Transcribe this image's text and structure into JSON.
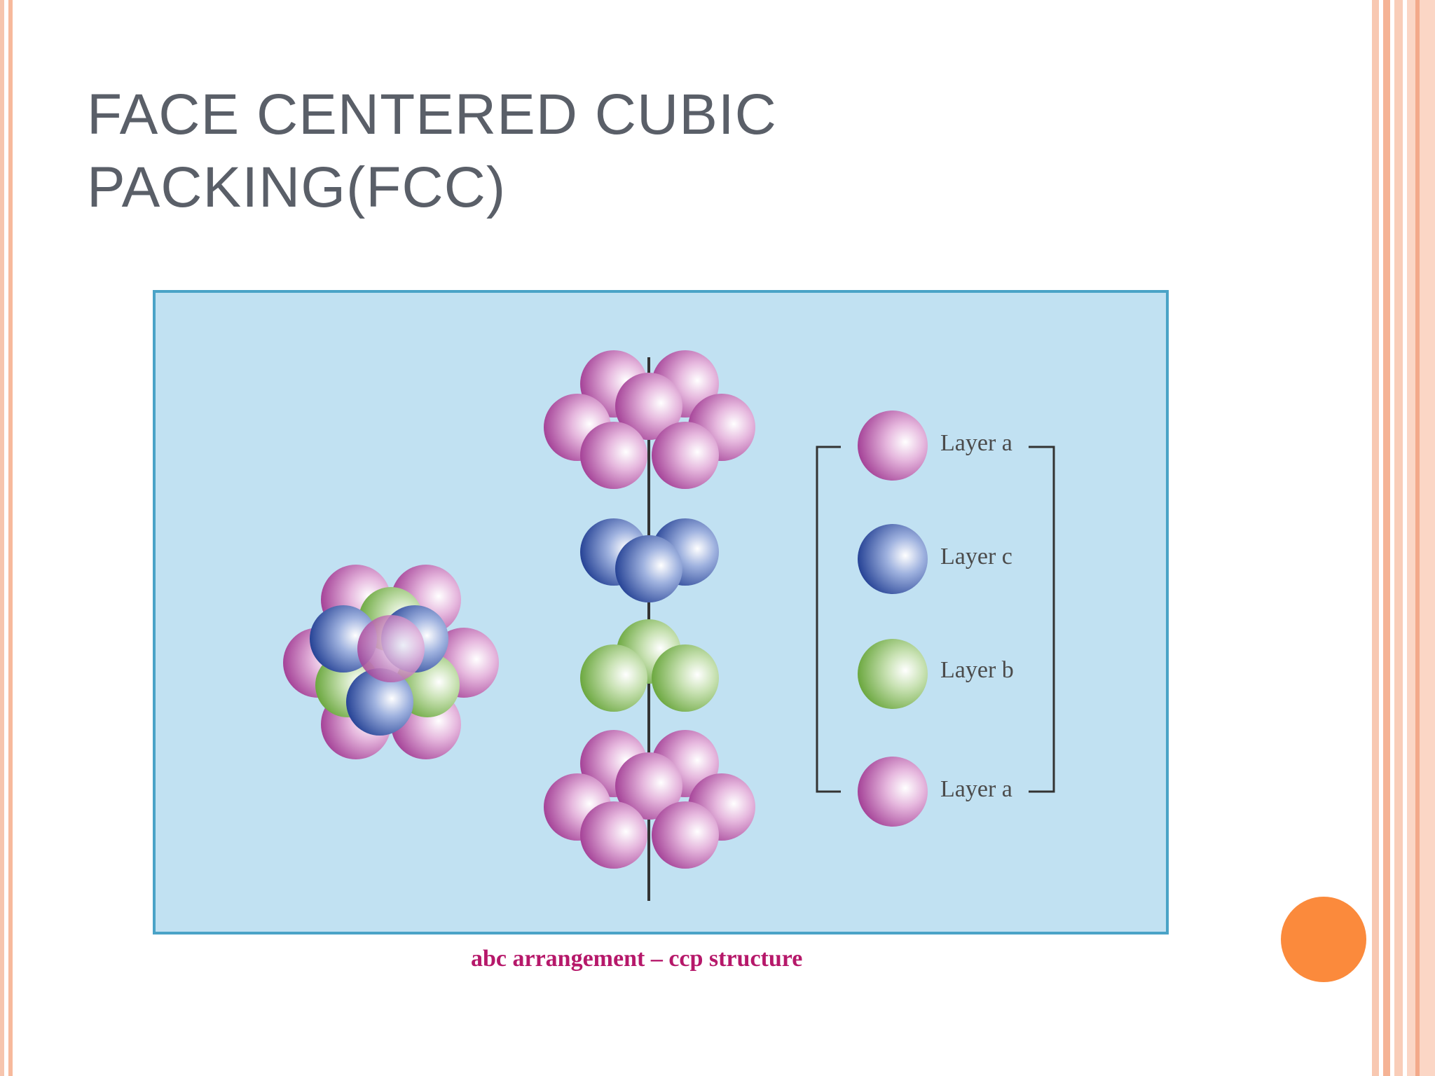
{
  "slide": {
    "title_line1": "FACE CENTERED CUBIC",
    "title_line2": "PACKING(FCC)"
  },
  "figure": {
    "legend": [
      {
        "label": "Layer a",
        "color": "#b04aa0"
      },
      {
        "label": "Layer c",
        "color": "#1f3f9a"
      },
      {
        "label": "Layer b",
        "color": "#6aab3a"
      },
      {
        "label": "Layer a",
        "color": "#b04aa0"
      }
    ],
    "caption": "abc arrangement – ccp structure"
  },
  "colors": {
    "magenta_sphere": "#b04aa0",
    "blue_sphere": "#1f3f9a",
    "green_sphere": "#6aab3a",
    "figure_background": "#c1e1f2",
    "accent_orange": "#fb8a3c"
  }
}
